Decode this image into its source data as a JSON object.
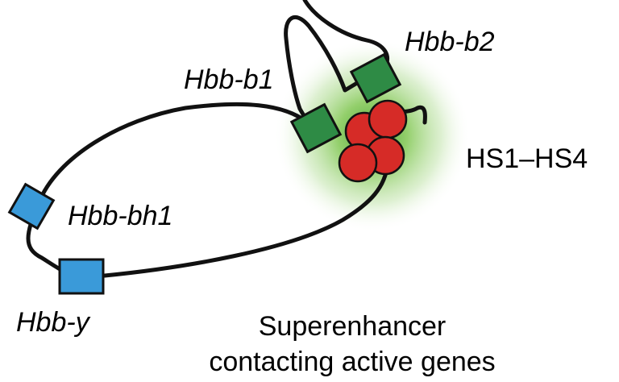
{
  "colors": {
    "chromatin": "#111111",
    "active_gene": "#2e8b45",
    "inactive_gene": "#3a9ad9",
    "enhancer": "#d62b27",
    "halo": "#6fbf3a",
    "text": "#000000"
  },
  "labels": {
    "hbb_b1": "Hbb-b1",
    "hbb_b2": "Hbb-b2",
    "hbb_bh1": "Hbb-bh1",
    "hbb_y": "Hbb-y",
    "hs_sites": "HS1–HS4",
    "caption_line1": "Superenhancer",
    "caption_line2": "contacting active genes"
  }
}
